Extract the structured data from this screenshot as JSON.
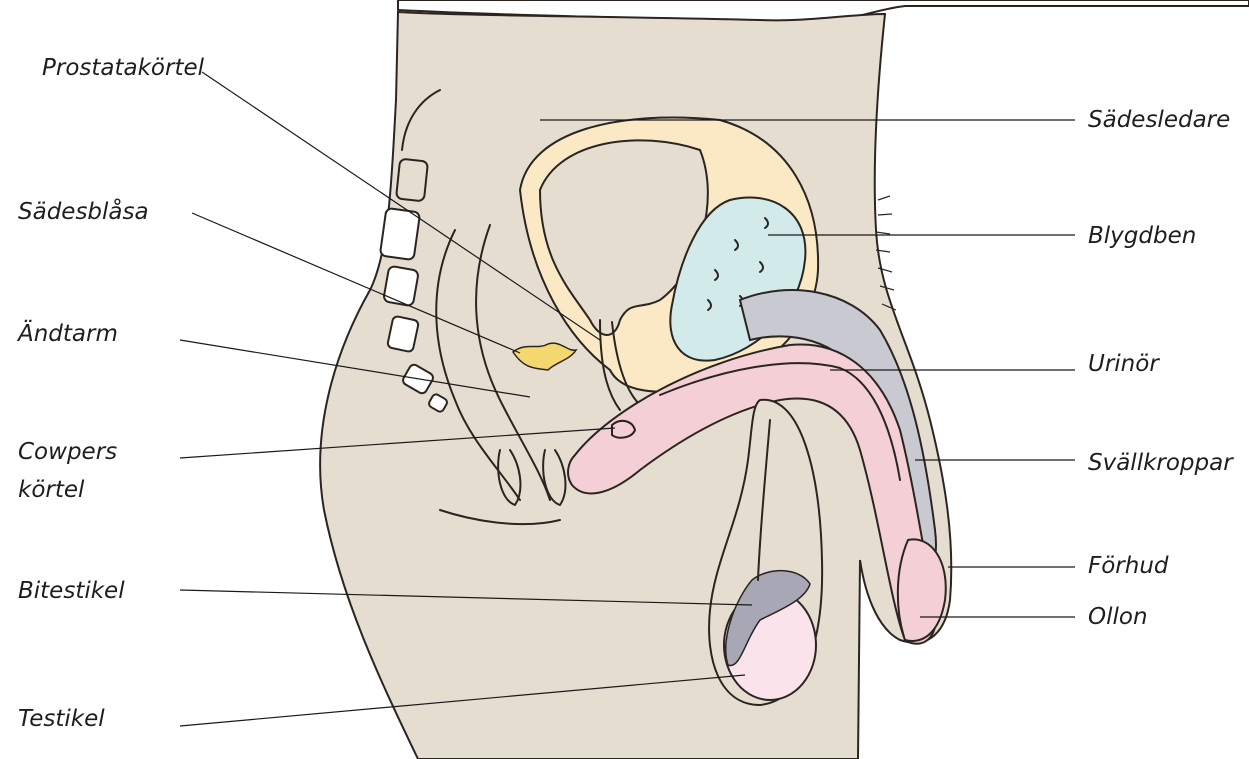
{
  "labels": {
    "prostata": "Prostatakörtel",
    "sadesblasa": "Sädesblåsa",
    "andtarm": "Ändtarm",
    "cowpers_line1": "Cowpers",
    "cowpers_line2": "körtel",
    "bitestikel": "Bitestikel",
    "testikel": "Testikel",
    "sadesledare": "Sädesledare",
    "blygdben": "Blygdben",
    "urinor": "Urinör",
    "svallkroppar": "Svällkroppar",
    "forhud": "Förhud",
    "ollon": "Ollon"
  },
  "colors": {
    "skin": "#e6ddd1",
    "bladder_wall": "#fbe9c6",
    "bone": "#d3eaea",
    "penis_pink": "#f5cfd6",
    "corpus_gray": "#c9c9d2",
    "glands_yellow": "#f4d76e",
    "testis_light": "#fbe3ec",
    "epididymis_gray": "#a7a7b6",
    "prostate_line": "#0f3b3b",
    "vertebra_white": "#ffffff"
  }
}
